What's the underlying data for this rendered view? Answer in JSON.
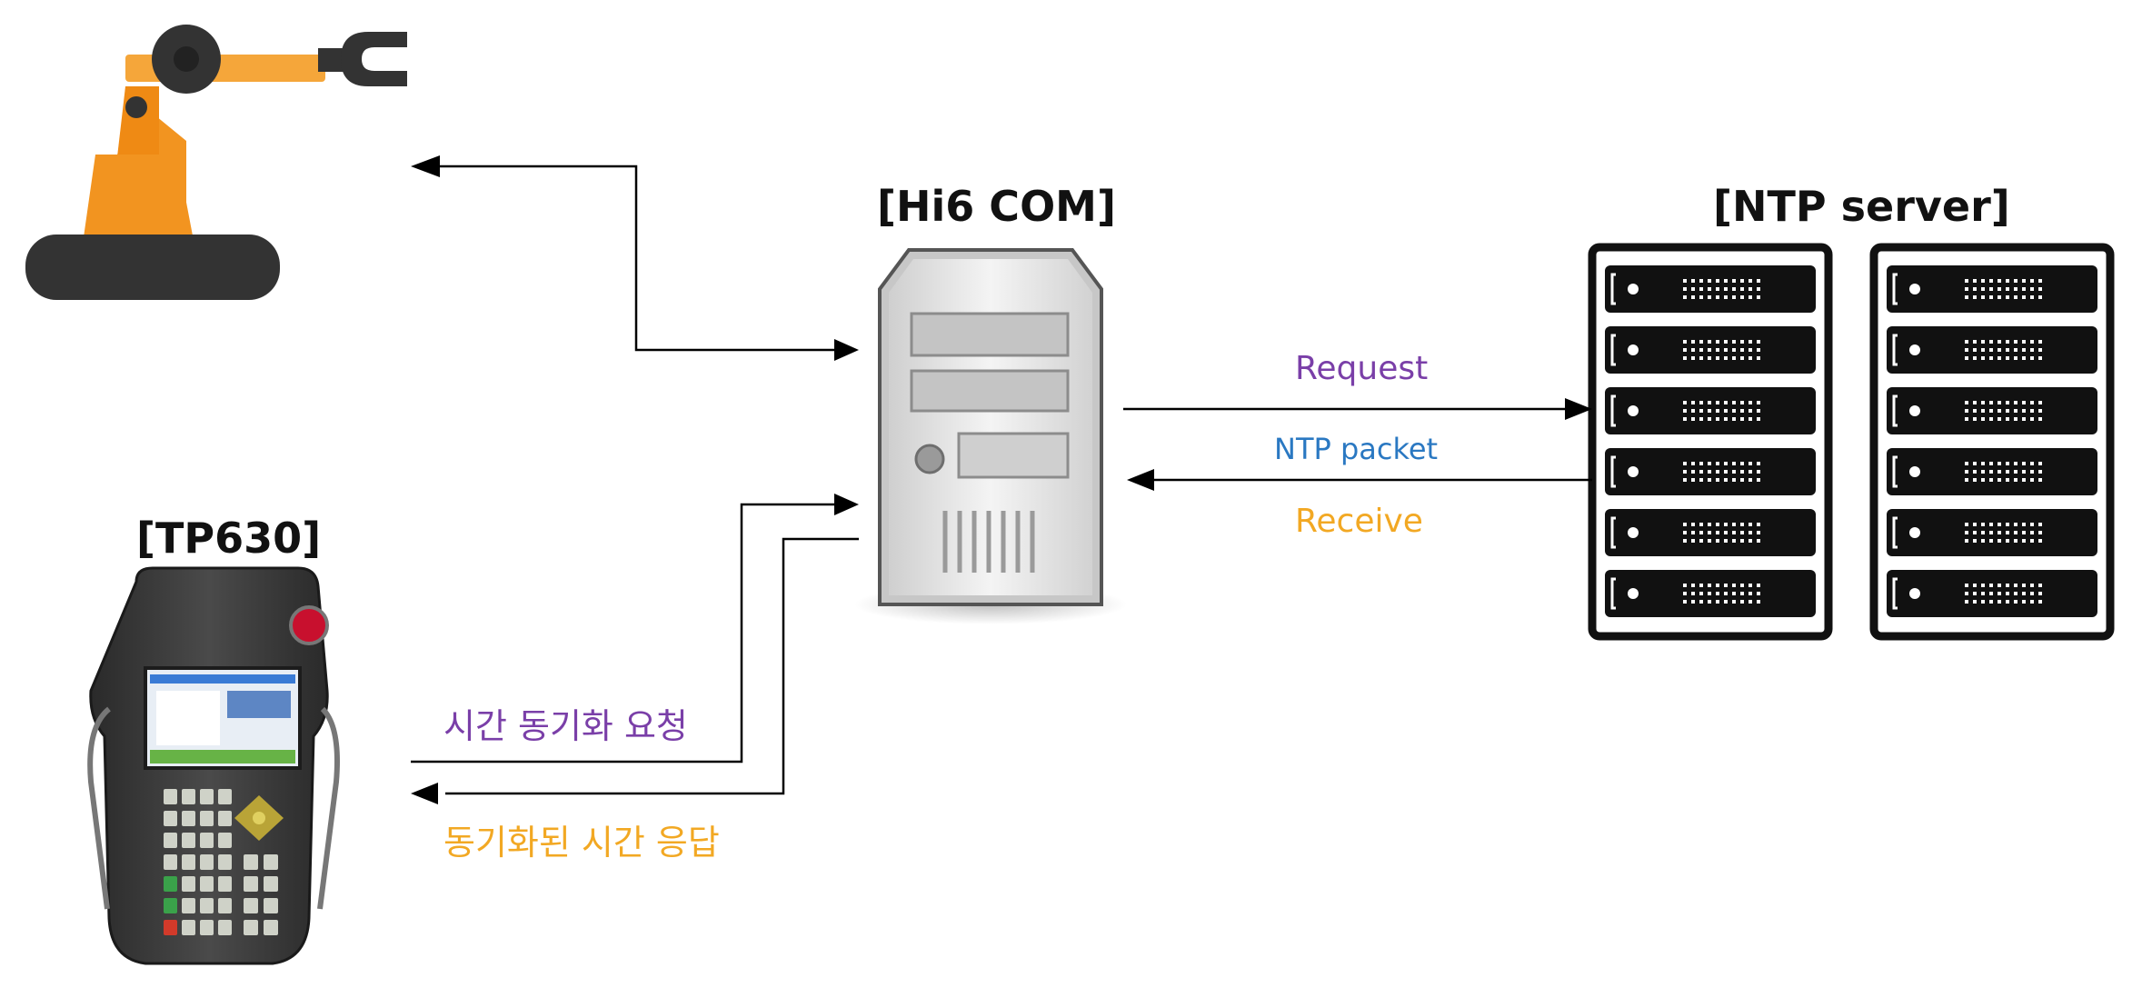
{
  "labels": {
    "hi6_com": "[Hi6 COM]",
    "ntp_server": "[NTP server]",
    "tp630": "[TP630]"
  },
  "flows": {
    "request": "Request",
    "ntp_packet": "NTP packet",
    "receive": "Receive",
    "sync_request": "시간 동기화 요청",
    "sync_response": "동기화된 시간 응답"
  },
  "colors": {
    "purple": "#7a3fa8",
    "blue": "#2a78c2",
    "orange": "#f2a823",
    "robot_orange": "#f29420",
    "robot_dark": "#333333",
    "line": "#000000"
  },
  "icons": {
    "robot": "robot-arm-icon",
    "server": "server-tower-icon",
    "rack": "server-rack-icon",
    "pendant": "teach-pendant-icon"
  }
}
